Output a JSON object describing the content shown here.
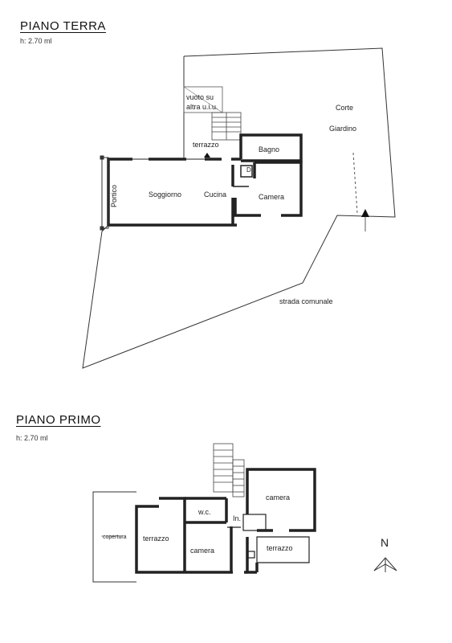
{
  "ground_floor": {
    "title": "PIANO TERRA",
    "height": "h: 2.70 ml",
    "labels": {
      "vuoto": "vuoto su",
      "altra": "altra u.i.u.",
      "corte": "Corte",
      "giardino": "Giardino",
      "terrazzo": "terrazzo",
      "bagno": "Bagno",
      "d": "D.",
      "portico": "Portico",
      "soggiorno": "Soggiorno",
      "cucina": "Cucina",
      "camera": "Camera",
      "strada": "strada comunale"
    }
  },
  "first_floor": {
    "title": "PIANO PRIMO",
    "height": "h: 2.70 ml",
    "labels": {
      "copertura": "copertura",
      "terrazzo_w": "terrazzo",
      "wc": "w.c.",
      "ing": "In.",
      "camera_ne": "camera",
      "camera_s": "camera",
      "terrazzo_e": "terrazzo"
    }
  },
  "north": {
    "label": "N"
  }
}
